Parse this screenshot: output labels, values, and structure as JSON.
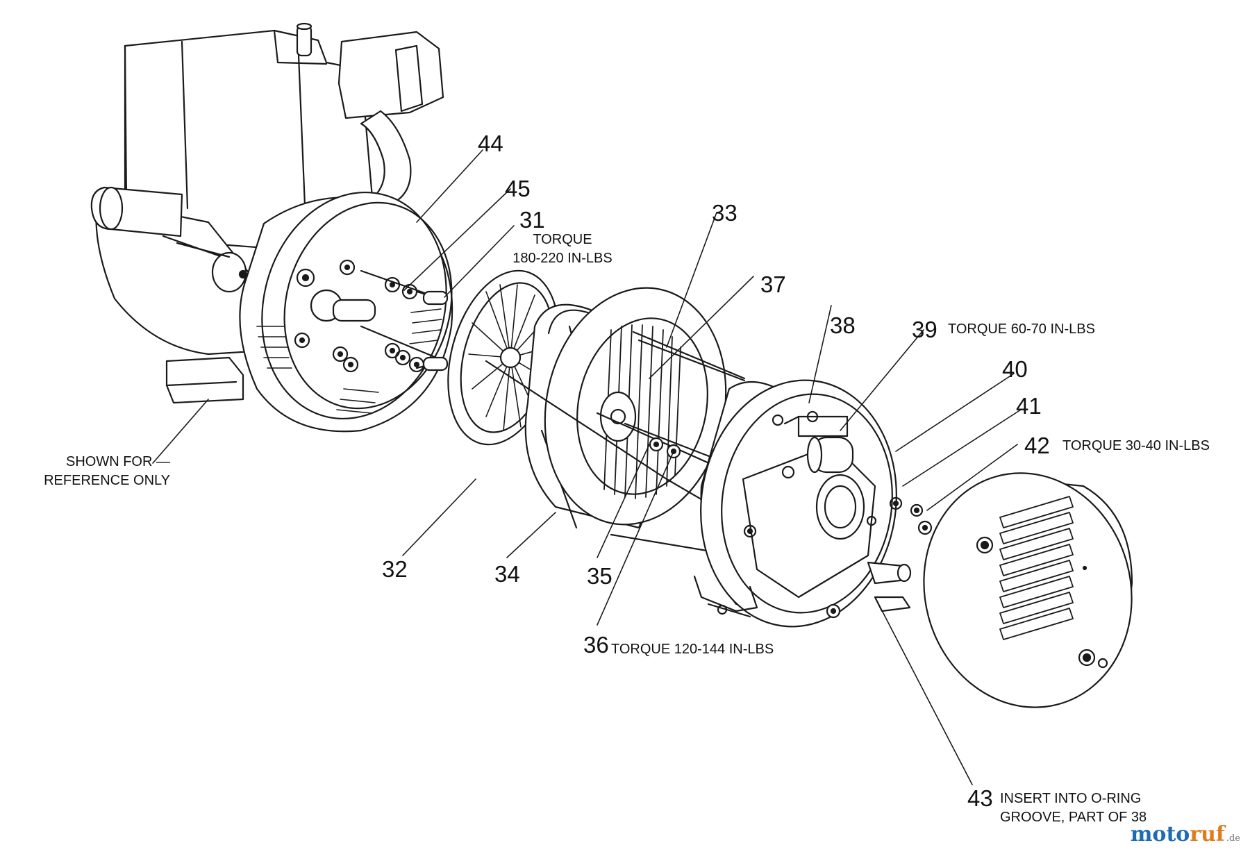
{
  "diagram": {
    "reference_note": [
      "SHOWN FOR",
      "REFERENCE ONLY"
    ],
    "callouts": [
      {
        "id": "44",
        "num": "44"
      },
      {
        "id": "45",
        "num": "45"
      },
      {
        "id": "31",
        "num": "31",
        "note": [
          "TORQUE",
          "180-220 IN-LBS"
        ]
      },
      {
        "id": "33",
        "num": "33"
      },
      {
        "id": "37",
        "num": "37"
      },
      {
        "id": "38",
        "num": "38"
      },
      {
        "id": "39",
        "num": "39",
        "note": [
          "TORQUE 60-70 IN-LBS"
        ]
      },
      {
        "id": "40",
        "num": "40"
      },
      {
        "id": "41",
        "num": "41"
      },
      {
        "id": "42",
        "num": "42",
        "note": [
          "TORQUE 30-40 IN-LBS"
        ]
      },
      {
        "id": "32",
        "num": "32"
      },
      {
        "id": "34",
        "num": "34"
      },
      {
        "id": "35",
        "num": "35"
      },
      {
        "id": "36",
        "num": "36",
        "note": [
          "TORQUE 120-144 IN-LBS"
        ]
      },
      {
        "id": "43",
        "num": "43",
        "note": [
          "INSERT INTO O-RING",
          "GROOVE, PART OF 38"
        ]
      }
    ]
  },
  "watermark": {
    "part1": "moto",
    "part2": "ruf",
    "tld": ".de"
  }
}
